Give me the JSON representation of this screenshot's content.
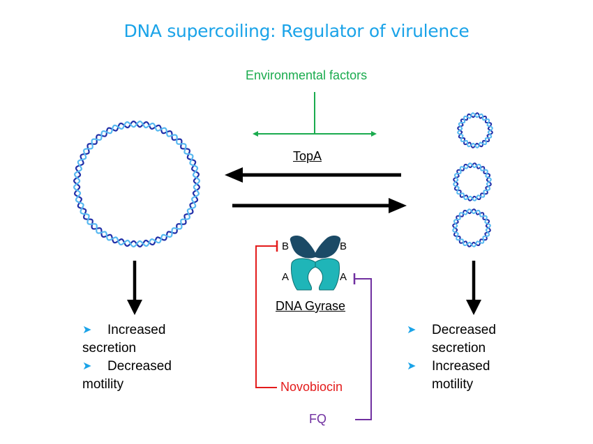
{
  "title": "DNA supercoiling: Regulator of virulence",
  "environmental_factors": "Environmental factors",
  "topa_label": "TopA",
  "gyrase": {
    "label": "DNA Gyrase",
    "subunit_b": "B",
    "subunit_a": "A"
  },
  "inhibitors": {
    "novobiocin": "Novobiocin",
    "fq": "FQ"
  },
  "left_outcomes": [
    {
      "line1": "Increased",
      "line2": "secretion"
    },
    {
      "line1": "Decreased",
      "line2": "motility"
    }
  ],
  "right_outcomes": [
    {
      "line1": "Decreased",
      "line2": "secretion"
    },
    {
      "line1": "Increased",
      "line2": "motility"
    }
  ],
  "colors": {
    "title": "#1aa3e8",
    "environmental": "#1aab4e",
    "novobiocin": "#e31b1b",
    "fq": "#7030a0",
    "dna_dark": "#1f2fa8",
    "dna_light": "#57b8f0",
    "gyrase_b": "#1b4a66",
    "gyrase_a": "#1fb5b8"
  },
  "icons": {
    "bullet": "arrowhead-bullet-icon",
    "relaxed_dna": "circular-dna-icon",
    "supercoiled_dna": "supercoiled-dna-icon",
    "enzyme": "dna-gyrase-icon"
  }
}
